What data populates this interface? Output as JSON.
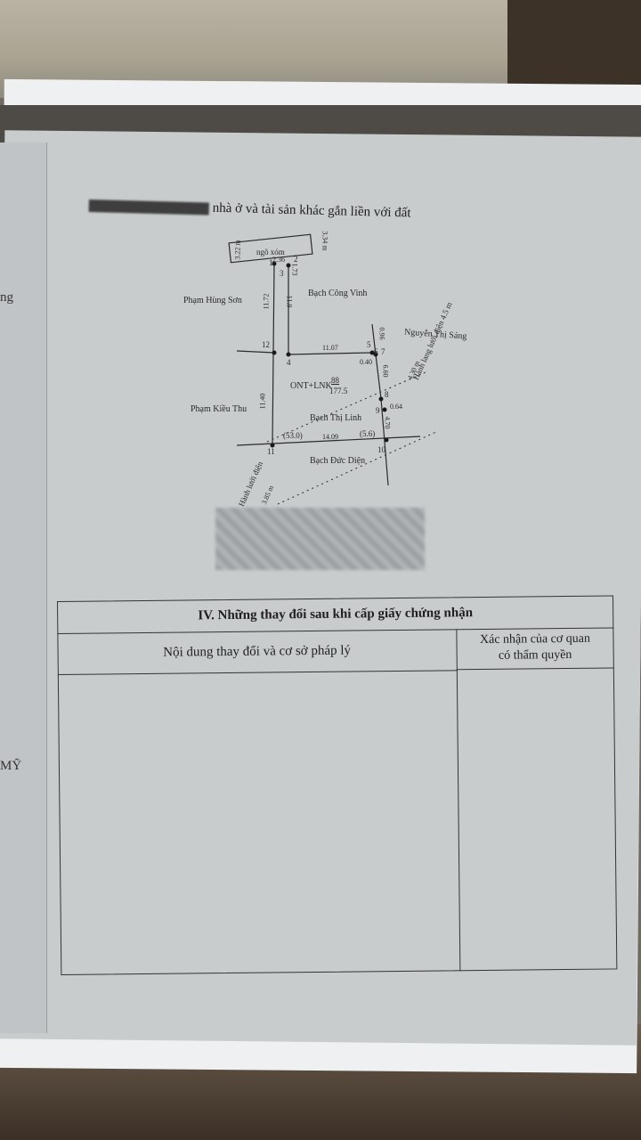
{
  "document": {
    "heading_suffix": "nhà ở và tài sản khác gắn liền với đất",
    "left_edge": {
      "fragment_1": "ng",
      "fragment_2": "MỸ"
    },
    "map": {
      "road_label": "ngõ xóm",
      "parcel_code": "ONT+LNK",
      "parcel_number": "88",
      "parcel_area": "177.5",
      "neighbors": {
        "north_west": "Phạm Hùng Sơn",
        "north_east": "Bạch Công Vinh",
        "east": "Nguyễn Thị Sáng",
        "west": "Phạm Kiều Thu",
        "south_inner": "Bạch Thị Linh",
        "south": "Bạch Đức Diện"
      },
      "corridor_label": "Hành lang lưới điện 4.5 m",
      "corridor_label_2": "Hành lưới điện",
      "points": [
        "1",
        "2",
        "3",
        "4",
        "5",
        "6",
        "7",
        "8",
        "9",
        "10",
        "11",
        "12"
      ],
      "lengths": {
        "top_width": "2.36",
        "left_top": "3.22 m",
        "right_top": "3.34 m",
        "seg_1_4": "11.9",
        "seg_12_11": "11.40",
        "seg_3_12": "11.72",
        "seg_4_5": "11.07",
        "seg_5_6": "0.96",
        "seg_6_7": "0.40",
        "seg_7_8": "6.60",
        "seg_8_9": "0.64",
        "seg_9_10": "4.70",
        "seg_11_10": "14.09",
        "seg_1_2": "1.73",
        "corridor_width": "4.30 m",
        "corridor_left": "3.85 m"
      },
      "sub_areas": {
        "left": "(53.0)",
        "right": "(5.6)"
      }
    },
    "section_iv": {
      "title": "IV. Những thay đổi sau khi cấp giấy chứng nhận",
      "col_left": "Nội dung thay đổi và cơ sở pháp lý",
      "col_right_line1": "Xác nhận của cơ quan",
      "col_right_line2": "có thẩm quyền"
    }
  }
}
